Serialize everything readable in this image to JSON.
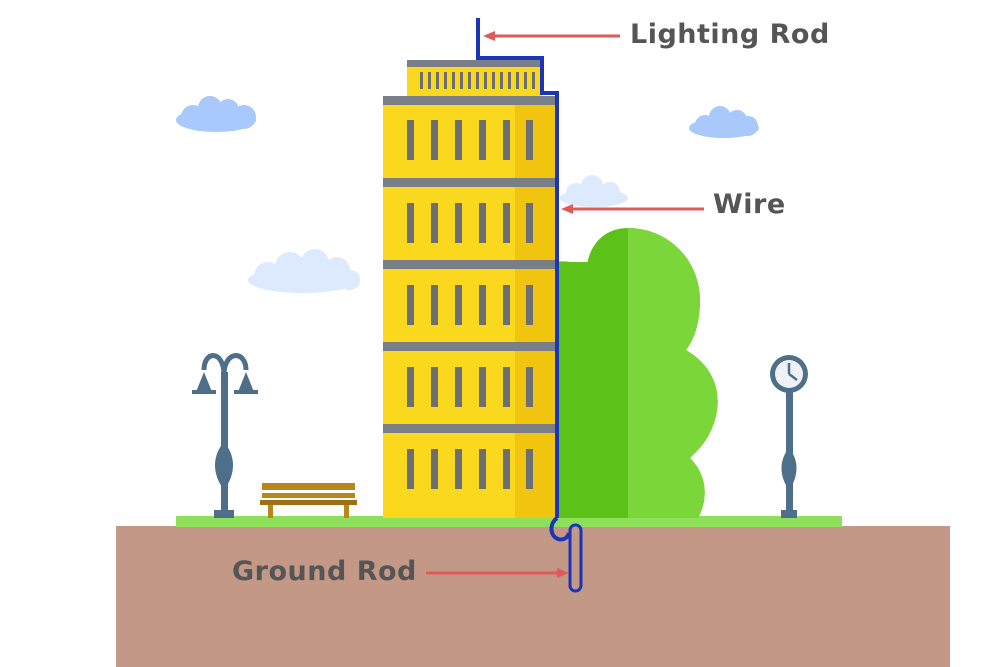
{
  "labels": {
    "lighting_rod": "Lighting Rod",
    "wire": "Wire",
    "ground_rod": "Ground Rod"
  },
  "colors": {
    "label_text": "#555555",
    "arrow": "#e05a5a",
    "conductor": "#1a35b8",
    "building_face": "#f9d81e",
    "building_side": "#f1c40f",
    "building_band": "#7a7f87",
    "window": "#6b6f73",
    "tree_light": "#7bd63a",
    "tree_dark": "#5cc21a",
    "grass": "#8ee05a",
    "soil": "#c49886",
    "cloud": "#a9c8fb",
    "lamp": "#4e6f8a",
    "bench": "#b8861b"
  },
  "icons": {
    "clouds": "cloud-icon",
    "street_lamp": "street-lamp-icon",
    "bench": "bench-icon",
    "street_clock": "clock-icon",
    "tree": "tree-icon"
  }
}
